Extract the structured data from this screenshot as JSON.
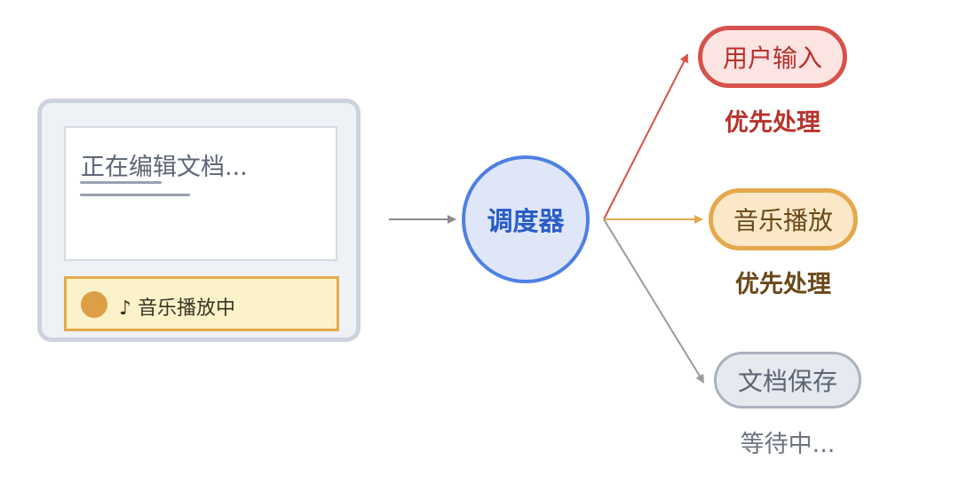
{
  "device": {
    "document_text": "正在编辑文档...",
    "music_text": "♪ 音乐播放中"
  },
  "scheduler": {
    "label": "调度器"
  },
  "tasks": [
    {
      "label": "用户输入",
      "status": "优先处理",
      "color": "#d6514a"
    },
    {
      "label": "音乐播放",
      "status": "优先处理",
      "color": "#e5a94b"
    },
    {
      "label": "文档保存",
      "status": "等待中...",
      "color": "#9a9a9a"
    }
  ],
  "colors": {
    "input_arrow": "#d6514a",
    "music_arrow": "#e5a94b",
    "save_arrow": "#9a9a9a",
    "feed_arrow": "#8c8c8c"
  }
}
